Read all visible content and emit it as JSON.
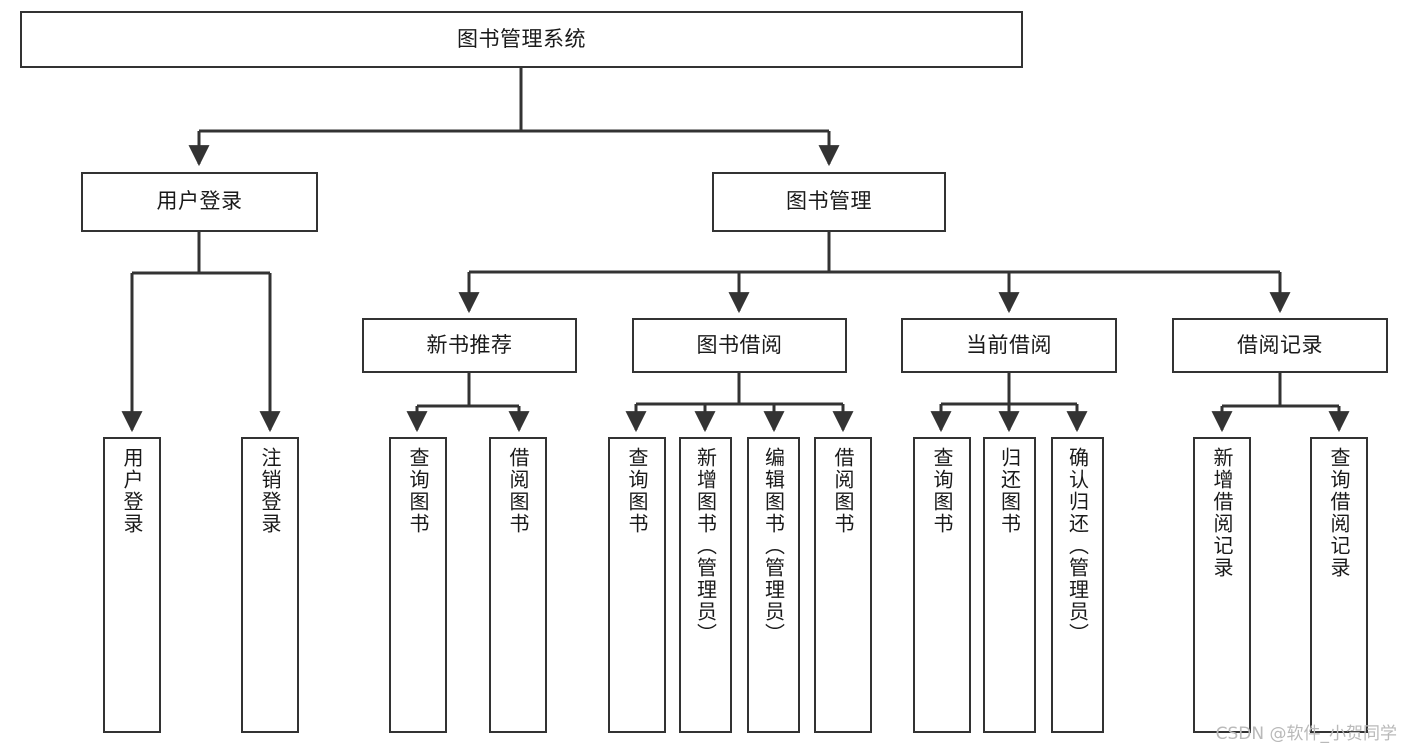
{
  "diagram": {
    "type": "tree",
    "title": "图书管理系统",
    "root": {
      "id": "root",
      "label": "图书管理系统"
    },
    "level2": [
      {
        "id": "user-login",
        "label": "用户登录"
      },
      {
        "id": "book-manage",
        "label": "图书管理"
      }
    ],
    "level3": [
      {
        "id": "new-book-recommend",
        "label": "新书推荐",
        "parent": "book-manage"
      },
      {
        "id": "book-borrow",
        "label": "图书借阅",
        "parent": "book-manage"
      },
      {
        "id": "current-borrow",
        "label": "当前借阅",
        "parent": "book-manage"
      },
      {
        "id": "borrow-record",
        "label": "借阅记录",
        "parent": "book-manage"
      }
    ],
    "leaves": [
      {
        "id": "leaf-user-login",
        "label": "用户登录",
        "parent": "user-login"
      },
      {
        "id": "leaf-logout-login",
        "label": "注销登录",
        "parent": "user-login"
      },
      {
        "id": "leaf-query-book-1",
        "label": "查询图书",
        "parent": "new-book-recommend"
      },
      {
        "id": "leaf-borrow-book-1",
        "label": "借阅图书",
        "parent": "new-book-recommend"
      },
      {
        "id": "leaf-query-book-2",
        "label": "查询图书",
        "parent": "book-borrow"
      },
      {
        "id": "leaf-add-book",
        "label": "新增图书（管理员）",
        "parent": "book-borrow"
      },
      {
        "id": "leaf-edit-book",
        "label": "编辑图书（管理员）",
        "parent": "book-borrow"
      },
      {
        "id": "leaf-borrow-book-2",
        "label": "借阅图书",
        "parent": "book-borrow"
      },
      {
        "id": "leaf-query-book-3",
        "label": "查询图书",
        "parent": "current-borrow"
      },
      {
        "id": "leaf-return-book",
        "label": "归还图书",
        "parent": "current-borrow"
      },
      {
        "id": "leaf-confirm-return",
        "label": "确认归还（管理员）",
        "parent": "current-borrow"
      },
      {
        "id": "leaf-add-record",
        "label": "新增借阅记录",
        "parent": "borrow-record"
      },
      {
        "id": "leaf-query-record",
        "label": "查询借阅记录",
        "parent": "borrow-record"
      }
    ]
  },
  "watermark": {
    "text": "CSDN @软件_小贺同学"
  },
  "colors": {
    "stroke": "#333333",
    "box_fill": "#ffffff",
    "text": "#1a1a1a",
    "watermark": "#b9b9b9",
    "background": "#ffffff"
  }
}
